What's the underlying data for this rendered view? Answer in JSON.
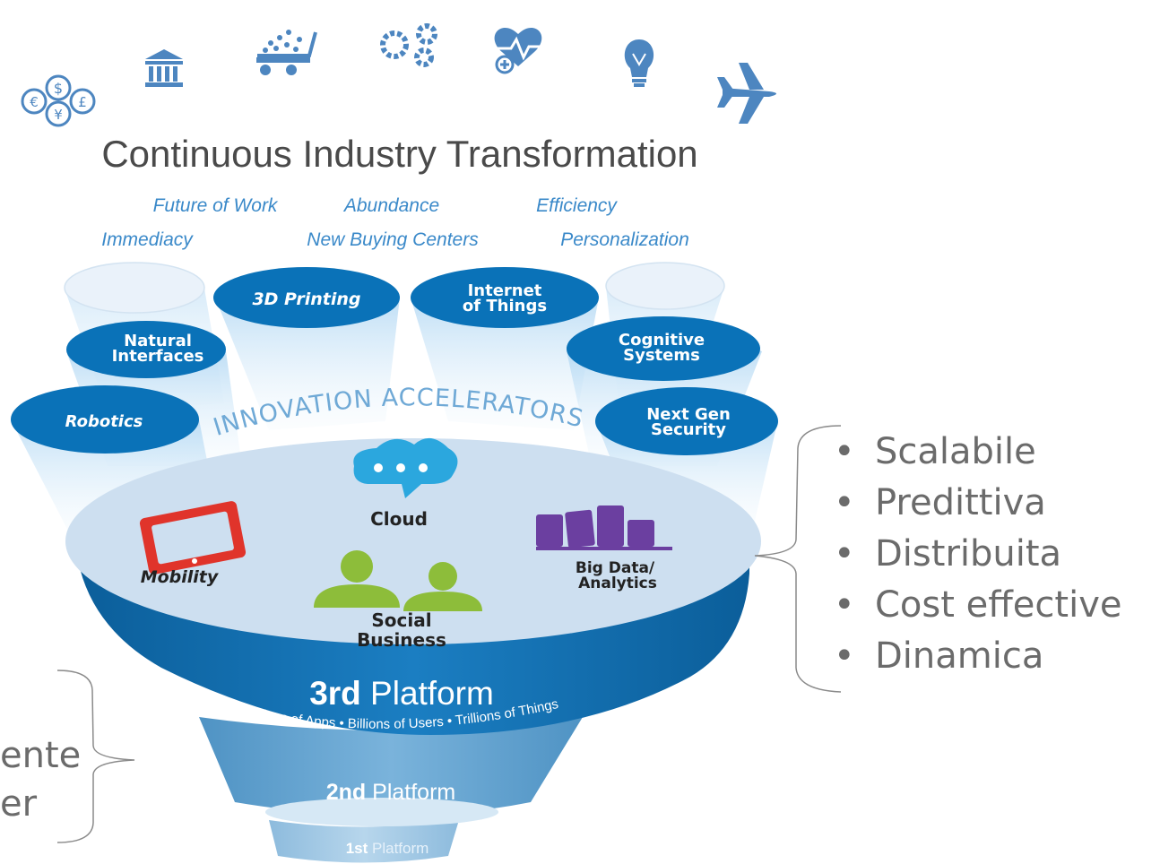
{
  "title": "Continuous Industry Transformation",
  "drivers": [
    "Future of Work",
    "Abundance",
    "Efficiency",
    "Immediacy",
    "New Buying Centers",
    "Personalization"
  ],
  "accelerators_label": "INNOVATION ACCELERATORS",
  "accelerators": [
    {
      "id": "3d-printing",
      "lines": [
        "3D Printing"
      ]
    },
    {
      "id": "iot",
      "lines": [
        "Internet",
        "of Things"
      ]
    },
    {
      "id": "natural-interfaces",
      "lines": [
        "Natural",
        "Interfaces"
      ]
    },
    {
      "id": "cognitive",
      "lines": [
        "Cognitive",
        "Systems"
      ]
    },
    {
      "id": "robotics",
      "lines": [
        "Robotics"
      ]
    },
    {
      "id": "security",
      "lines": [
        "Next Gen",
        "Security"
      ]
    }
  ],
  "pillars": {
    "mobility": "Mobility",
    "cloud": "Cloud",
    "social": [
      "Social",
      "Business"
    ],
    "bigdata": [
      "Big Data/",
      "Analytics"
    ]
  },
  "third_platform": {
    "num": "3rd",
    "word": "Platform",
    "subtitle": "Millions of Apps • Billions of Users • Trillions of Things"
  },
  "second_platform": {
    "num": "2nd",
    "word": "Platform"
  },
  "first_platform": {
    "num": "1st",
    "word": "Platform"
  },
  "properties": [
    "Scalabile",
    "Predittiva",
    "Distribuita",
    "Cost effective",
    "Dinamica"
  ],
  "left_text": [
    "ente",
    "er"
  ],
  "industry_icons": [
    "currency-icon",
    "bank-icon",
    "shopping-cart-icon",
    "gears-icon",
    "health-icon",
    "lightbulb-icon",
    "airplane-icon"
  ],
  "colors": {
    "blue": "#0a72b8",
    "lightblue": "#cfe3f3",
    "title": "#4a4a4a",
    "driver": "#3a89c9",
    "text": "#6b6b6b",
    "purple": "#6b3fa0",
    "green": "#8dbd3a",
    "red": "#e0342b"
  }
}
